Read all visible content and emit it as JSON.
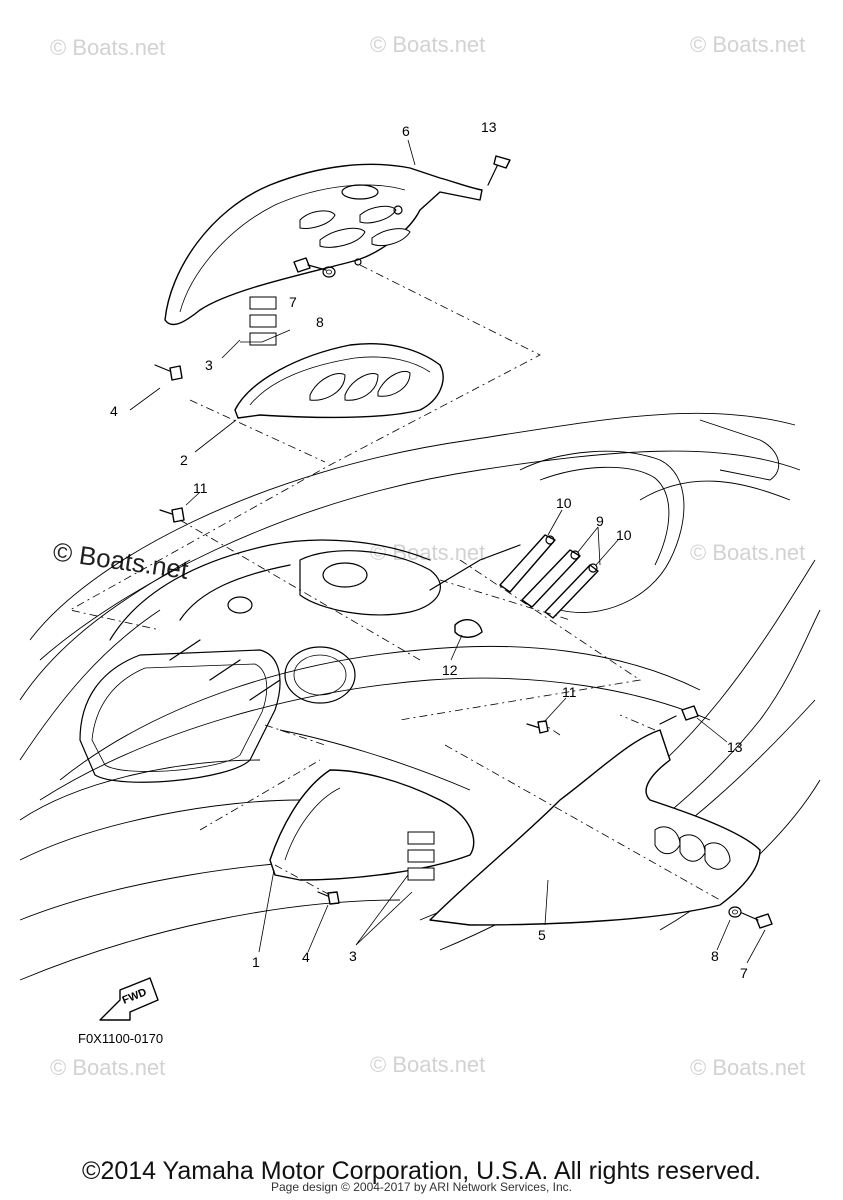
{
  "watermarks": {
    "small": "© Boats.net",
    "large": "© Boats.net"
  },
  "diagram": {
    "figure_code": "F0X1100-0170",
    "fwd_label": "FWD",
    "callouts": {
      "c6": "6",
      "c13_top": "13",
      "c7_top": "7",
      "c8_top": "8",
      "c3_top": "3",
      "c4_top": "4",
      "c2": "2",
      "c11_left": "11",
      "c10_a": "10",
      "c9": "9",
      "c10_b": "10",
      "c12": "12",
      "c11_right": "11",
      "c13_right": "13",
      "c1": "1",
      "c4_bottom": "4",
      "c3_bottom": "3",
      "c5": "5",
      "c8_bottom": "8",
      "c7_bottom": "7"
    }
  },
  "footer": {
    "copyright": "©2014 Yamaha Motor Corporation, U.S.A. All rights reserved.",
    "page_design": "Page design © 2004-2017 by ARI Network Services, Inc."
  },
  "colors": {
    "line": "#000000",
    "watermark": "#d2d2d2",
    "background": "#ffffff"
  }
}
